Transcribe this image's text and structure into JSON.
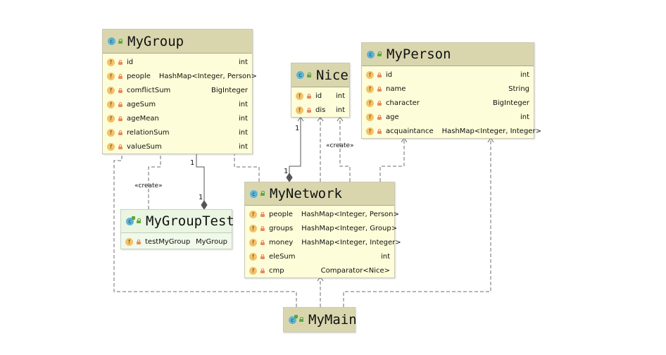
{
  "diagram": {
    "type": "UML class diagram",
    "colors": {
      "class_header": "#d9d6ae",
      "class_body": "#fdfdd9",
      "test_class_header": "#eaf5e2",
      "test_class_body": "#f1f9ea",
      "connector": "#666666",
      "field_icon": "#f2c26b",
      "private_lock": "#e88a5c",
      "class_icon": "#5fb4d4"
    },
    "field_icon_glyph": "f",
    "class_icon_glyph": "c",
    "classes": {
      "mygroup": {
        "name": "MyGroup",
        "icon": "class-icon",
        "fields": [
          {
            "name": "id",
            "type": "int"
          },
          {
            "name": "people",
            "type": "HashMap<Integer, Person>"
          },
          {
            "name": "comflictSum",
            "type": "BigInteger"
          },
          {
            "name": "ageSum",
            "type": "int"
          },
          {
            "name": "ageMean",
            "type": "int"
          },
          {
            "name": "relationSum",
            "type": "int"
          },
          {
            "name": "valueSum",
            "type": "int"
          }
        ]
      },
      "nice": {
        "name": "Nice",
        "icon": "class-icon",
        "fields": [
          {
            "name": "id",
            "type": "int"
          },
          {
            "name": "dis",
            "type": "int"
          }
        ]
      },
      "myperson": {
        "name": "MyPerson",
        "icon": "class-icon",
        "fields": [
          {
            "name": "id",
            "type": "int"
          },
          {
            "name": "name",
            "type": "String"
          },
          {
            "name": "character",
            "type": "BigInteger"
          },
          {
            "name": "age",
            "type": "int"
          },
          {
            "name": "acquaintance",
            "type": "HashMap<Integer, Integer>"
          }
        ]
      },
      "mynetwork": {
        "name": "MyNetwork",
        "icon": "class-icon",
        "fields": [
          {
            "name": "people",
            "type": "HashMap<Integer, Person>"
          },
          {
            "name": "groups",
            "type": "HashMap<Integer, Group>"
          },
          {
            "name": "money",
            "type": "HashMap<Integer, Integer>"
          },
          {
            "name": "eleSum",
            "type": "int"
          },
          {
            "name": "cmp",
            "type": "Comparator<Nice>"
          }
        ]
      },
      "mygrouptest": {
        "name": "MyGroupTest",
        "icon": "test-class-icon",
        "fields": [
          {
            "name": "testMyGroup",
            "type": "MyGroup"
          }
        ]
      },
      "mymain": {
        "name": "MyMain",
        "icon": "runnable-class-icon",
        "fields": []
      }
    },
    "relationships": [
      {
        "from": "MyGroupTest",
        "to": "MyGroup",
        "kind": "dependency",
        "label": "«create»"
      },
      {
        "from": "MyGroupTest",
        "to": "MyGroup",
        "kind": "composition",
        "from_mult": "1",
        "to_mult": "1"
      },
      {
        "from": "MyNetwork",
        "to": "MyGroup",
        "kind": "dependency"
      },
      {
        "from": "MyNetwork",
        "to": "Nice",
        "kind": "composition",
        "from_mult": "1",
        "to_mult": "1"
      },
      {
        "from": "MyNetwork",
        "to": "Nice",
        "kind": "dependency"
      },
      {
        "from": "MyNetwork",
        "to": "Nice",
        "kind": "dependency",
        "label": "«create»"
      },
      {
        "from": "MyNetwork",
        "to": "MyPerson",
        "kind": "dependency"
      },
      {
        "from": "MyMain",
        "to": "MyGroup",
        "kind": "dependency"
      },
      {
        "from": "MyMain",
        "to": "MyNetwork",
        "kind": "dependency"
      },
      {
        "from": "MyMain",
        "to": "MyPerson",
        "kind": "dependency"
      }
    ],
    "labels": {
      "create_left": "«create»",
      "create_right": "«create»",
      "mult_group_top": "1",
      "mult_group_bottom": "1",
      "mult_nice_top": "1",
      "mult_nice_bottom": "1"
    }
  }
}
